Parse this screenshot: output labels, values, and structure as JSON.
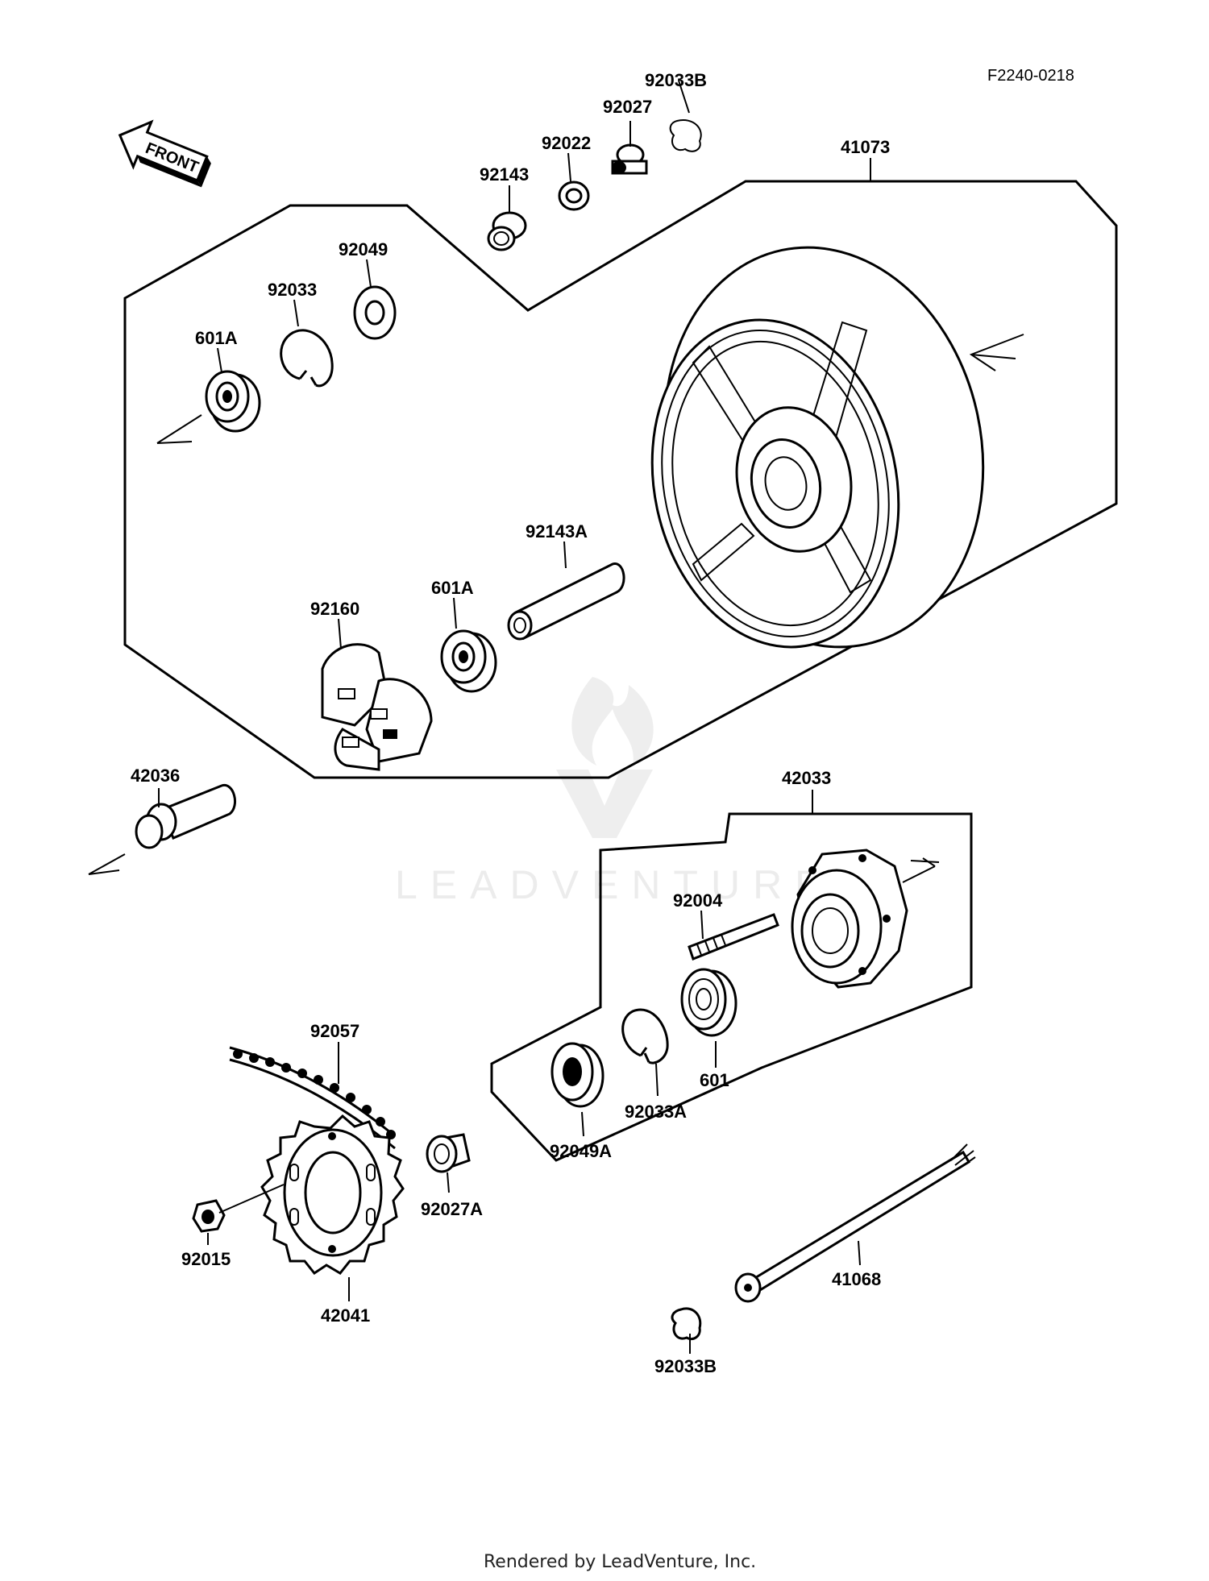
{
  "diagram_code": "F2240-0218",
  "front_label": "FRONT",
  "watermark": "LEADVENTURE",
  "footer": "Rendered by LeadVenture, Inc.",
  "labels": {
    "p92033B_top": "92033B",
    "p92027": "92027",
    "p92022": "92022",
    "p92143": "92143",
    "p41073": "41073",
    "p92049": "92049",
    "p92033": "92033",
    "p601A_top": "601A",
    "p92143A": "92143A",
    "p601A_low": "601A",
    "p92160": "92160",
    "p42036": "42036",
    "p42033": "42033",
    "p92004": "92004",
    "p92057": "92057",
    "p601": "601",
    "p92033A": "92033A",
    "p92049A": "92049A",
    "p92027A": "92027A",
    "p92015": "92015",
    "p41068": "41068",
    "p42041": "42041",
    "p92033B_bot": "92033B"
  }
}
